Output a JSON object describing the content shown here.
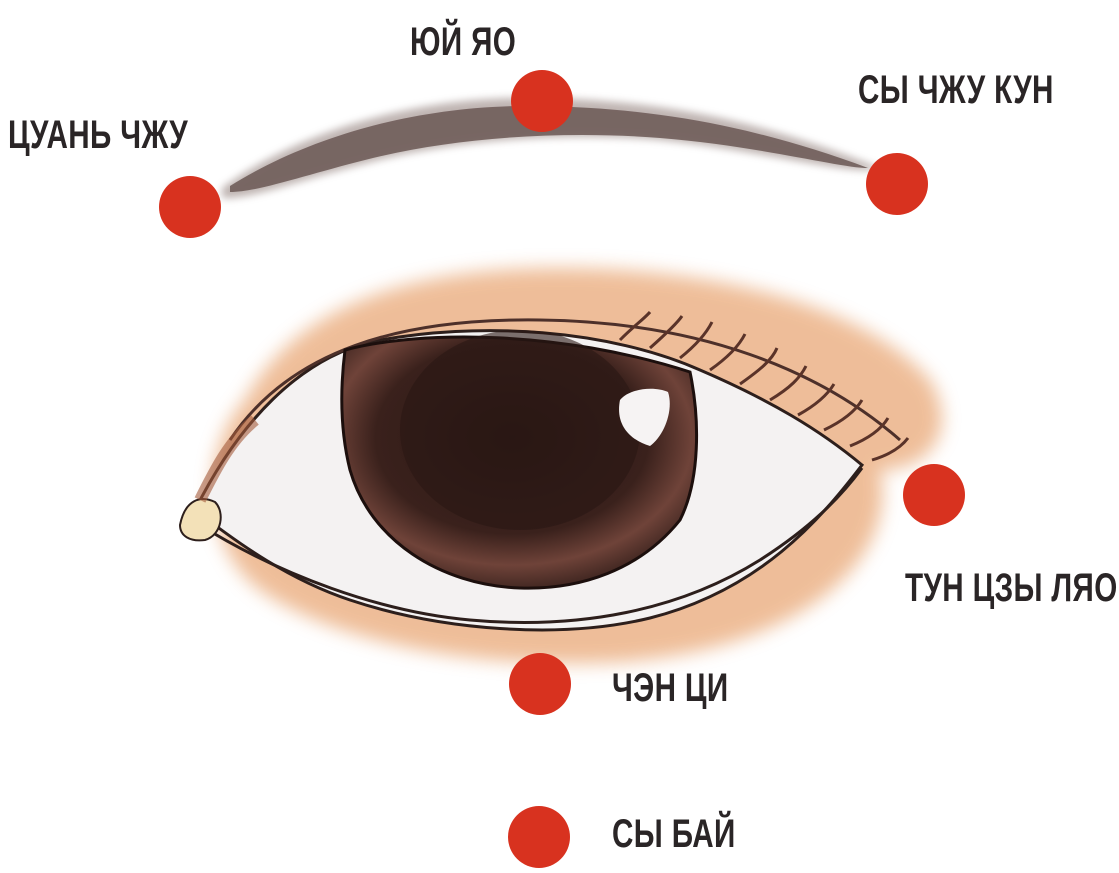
{
  "points": [
    {
      "id": "yuy-yao",
      "label": "ЮЙ ЯО"
    },
    {
      "id": "tsuan-chzhu",
      "label": "ЦУАНЬ ЧЖУ"
    },
    {
      "id": "sy-chzhu-kun",
      "label": "СЫ ЧЖУ КУН"
    },
    {
      "id": "tun-tszy-lyao",
      "label": "ТУН ЦЗЫ ЛЯО"
    },
    {
      "id": "chen-tsi",
      "label": "ЧЭН ЦИ"
    },
    {
      "id": "sy-bai",
      "label": "СЫ БАЙ"
    }
  ],
  "colors": {
    "point": "#d8321f",
    "label_text": "#2a2526",
    "eyebrow": "#6b5855",
    "skin_shadow": "#e7a574",
    "iris": "#2d1a16",
    "iris_ring": "#6a4038",
    "sclera": "#f4f2f2"
  }
}
